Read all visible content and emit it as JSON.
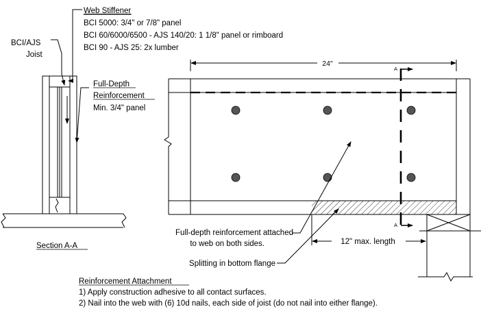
{
  "web_stiffener": {
    "title": "Web Stiffener",
    "line1": "BCI 5000: 3/4\" or 7/8\" panel",
    "line2": "BCI 60/6000/6500 - AJS 140/20: 1 1/8\" panel or rimboard",
    "line3": "BCI 90 - AJS 25: 2x lumber"
  },
  "joist_label": {
    "line1": "BCI/AJS",
    "line2": "Joist"
  },
  "full_depth": {
    "line1": "Full-Depth",
    "line2": "Reinforcement",
    "line3": "Min. 3/4\" panel"
  },
  "section_label": "Section A-A",
  "dimension_24": "24\"",
  "section_mark_top": "A",
  "section_mark_bottom": "A",
  "callout_attached": {
    "line1": "Full-depth reinforcement attached",
    "line2": "to web on both sides."
  },
  "callout_splitting": "Splitting in bottom flange",
  "dimension_12": "12\"  max. length",
  "attachment": {
    "title": "Reinforcement Attachment",
    "step1": "1) Apply construction adhesive to all contact surfaces.",
    "step2": "2) Nail into the web with (6) 10d nails, each side of joist (do not nail into either flange)."
  }
}
